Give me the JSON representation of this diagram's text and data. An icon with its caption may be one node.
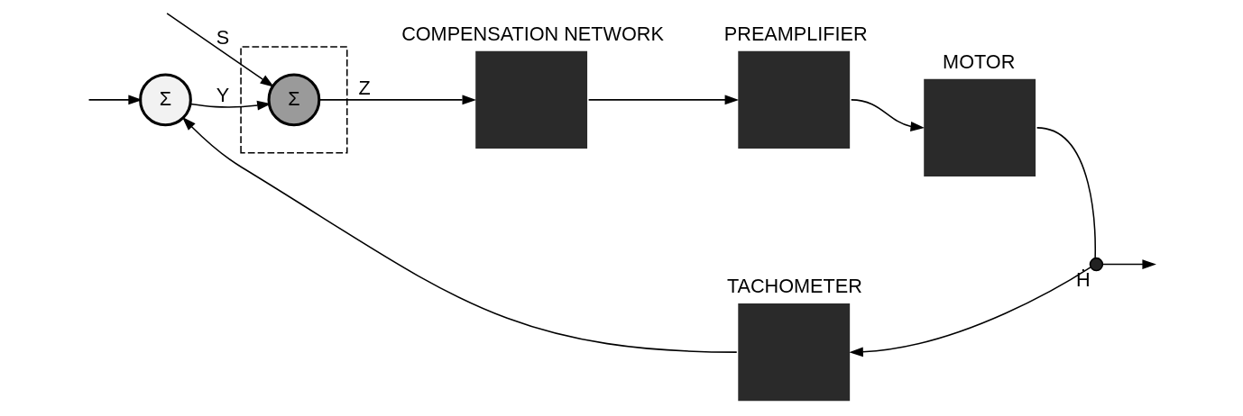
{
  "diagram": {
    "nodes": [
      {
        "text": [
          "Σ"
        ]
      },
      {
        "text": [],
        "shape": "box"
      },
      {
        "text": [
          "Σ"
        ],
        "in": 1
      },
      {
        "text": [
          "COMPENSATION NETWORK"
        ]
      },
      {
        "text": [
          "PREAMPLIFIER"
        ]
      },
      {
        "text": [
          "MOTOR"
        ]
      },
      {
        "text": [],
        "shape": "circle",
        "beside": [
          "Ḣ"
        ]
      },
      {
        "text": [
          "TACHOMETER"
        ]
      }
    ],
    "edges": [
      {
        "from": null,
        "to": 0,
        "arrow": "to"
      },
      {
        "from": 0,
        "to": 2,
        "arrow": "to",
        "label": "Y"
      },
      {
        "from": null,
        "to": 2,
        "arrow": "to",
        "label": "S"
      },
      {
        "from": 2,
        "to": 3,
        "arrow": "to",
        "label": "Z"
      },
      {
        "from": 3,
        "to": 4,
        "arrow": "to"
      },
      {
        "from": 4,
        "to": 5,
        "arrow": "to"
      },
      {
        "from": 5,
        "to": 6,
        "arrow": "none"
      },
      {
        "from": 6,
        "to": null,
        "arrow": "to"
      },
      {
        "from": 6,
        "to": 7,
        "arrow": "to"
      },
      {
        "from": 7,
        "to": 0,
        "arrow": "to"
      }
    ]
  }
}
